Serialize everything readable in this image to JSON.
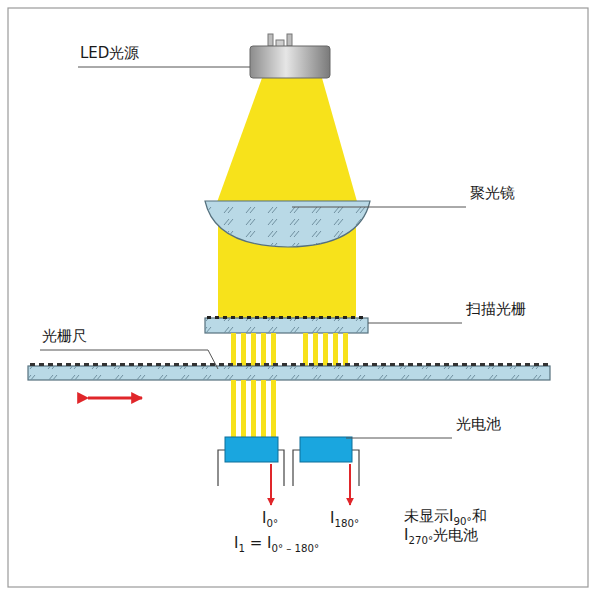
{
  "diagram": {
    "labels": [
      "LED光源",
      "聚光镜",
      "扫描光栅",
      "光栅尺",
      "光电池",
      "I0°",
      "I180°",
      "I1 = I0° – 180°",
      "未显示I90°和 I270°光电池"
    ]
  }
}
